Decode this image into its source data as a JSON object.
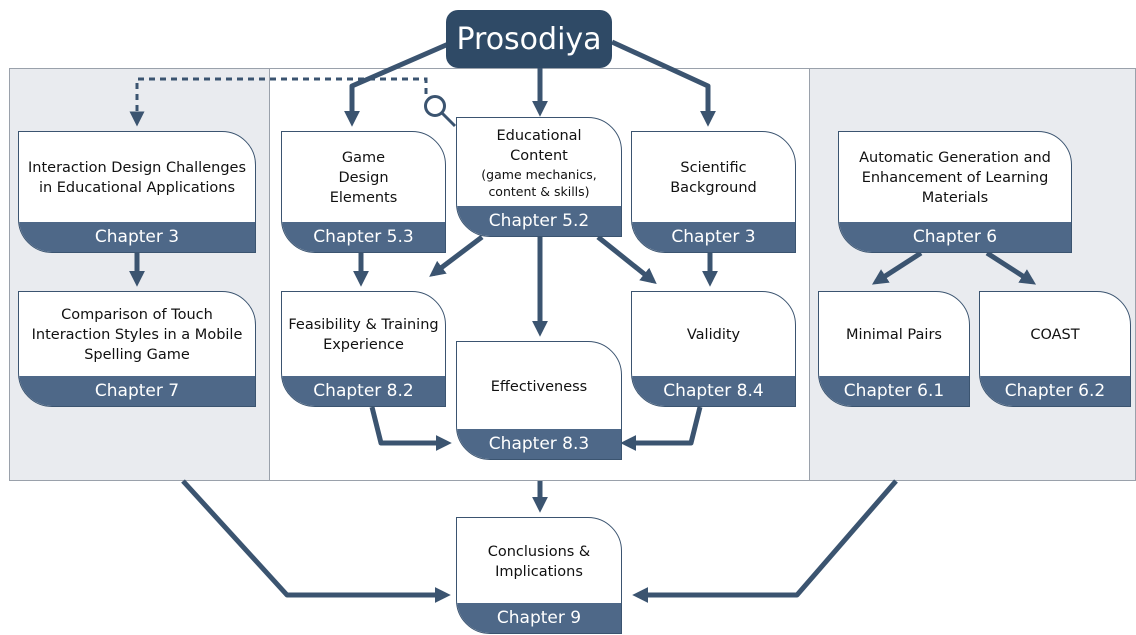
{
  "title": "Prosodiya",
  "nodes": {
    "interaction_design": {
      "text": "Interaction Design Challenges in Educational Applications",
      "chapter": "Chapter 3"
    },
    "touch_comparison": {
      "text": "Comparison of Touch Interaction Styles in a Mobile Spelling Game",
      "chapter": "Chapter 7"
    },
    "game_design": {
      "text": "Game Design Elements",
      "chapter": "Chapter 5.3"
    },
    "educational_content": {
      "text": "Educational Content",
      "subtext": "(game mechanics, content & skills)",
      "chapter": "Chapter 5.2"
    },
    "scientific_background": {
      "text": "Scientific Background",
      "chapter": "Chapter 3"
    },
    "feasibility": {
      "text": "Feasibility & Training Experience",
      "chapter": "Chapter 8.2"
    },
    "effectiveness": {
      "text": "Effectiveness",
      "chapter": "Chapter 8.3"
    },
    "validity": {
      "text": "Validity",
      "chapter": "Chapter 8.4"
    },
    "automatic_generation": {
      "text": "Automatic Generation and Enhancement of Learning Materials",
      "chapter": "Chapter 6"
    },
    "minimal_pairs": {
      "text": "Minimal Pairs",
      "chapter": "Chapter 6.1"
    },
    "coast": {
      "text": "COAST",
      "chapter": "Chapter 6.2"
    },
    "conclusions": {
      "text": "Conclusions & Implications",
      "chapter": "Chapter 9"
    }
  },
  "colors": {
    "arrow": "#3b5470",
    "chapter_band": "#4e6888",
    "title_bg": "#2f4a66",
    "side_panel": "#e9ebef"
  }
}
